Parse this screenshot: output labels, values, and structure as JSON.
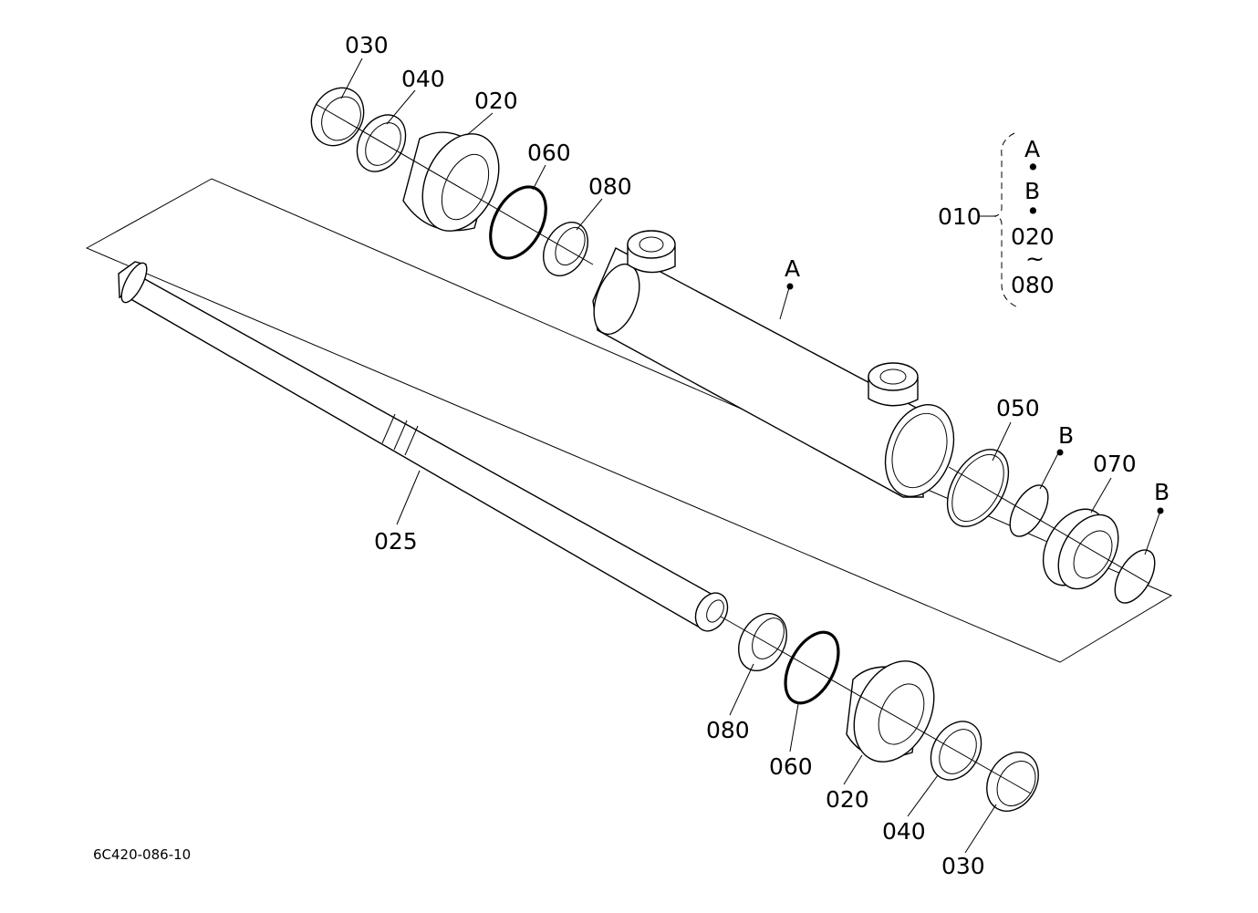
{
  "diagram": {
    "code": "6C420-086-10",
    "labels": {
      "p030_top": "030",
      "p040_top": "040",
      "p020_top": "020",
      "p060_top": "060",
      "p080_top": "080",
      "p025": "025",
      "pA": "A",
      "p050": "050",
      "pB1": "B",
      "p070": "070",
      "pB2": "B",
      "p080_bot": "080",
      "p060_bot": "060",
      "p020_bot": "020",
      "p040_bot": "040",
      "p030_bot": "030"
    },
    "legend": {
      "ref": "010",
      "a": "A",
      "dot1": "•",
      "b": "B",
      "dot2": "•",
      "from": "020",
      "tilde": "~",
      "to": "080"
    }
  }
}
